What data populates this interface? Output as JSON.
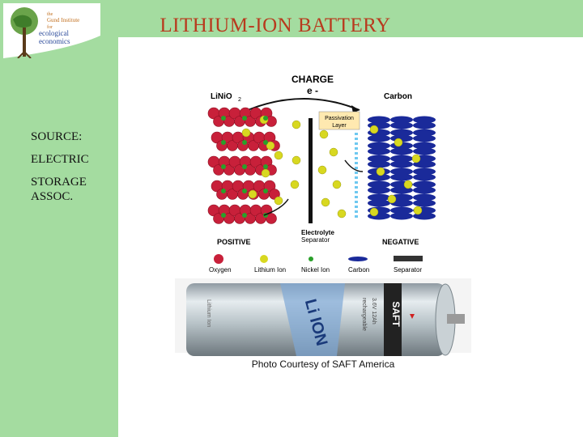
{
  "logo": {
    "line1": "the",
    "line2": "Gund Institute",
    "line3": "for",
    "line4": "ecological",
    "line5": "economics"
  },
  "title": "LITHIUM-ION BATTERY",
  "source": {
    "lines": [
      "SOURCE:",
      "ELECTRIC",
      "STORAGE",
      "ASSOC."
    ]
  },
  "figure": {
    "charge_label": "CHARGE",
    "electron_label": "e -",
    "cathode_label": "LiNiO",
    "cathode_sub": "2",
    "anode_label": "Carbon",
    "passivation_label_1": "Passivation",
    "passivation_label_2": "Layer",
    "electrolyte_label_1": "Electrolyte",
    "electrolyte_label_2": "Separator",
    "positive_label": "POSITIVE",
    "negative_label": "NEGATIVE",
    "legend": [
      "Oxygen",
      "Lithium Ion",
      "Nickel Ion",
      "Carbon",
      "Separator"
    ],
    "battery_text": {
      "brand": "SAFT",
      "logo": "Li ION",
      "specs_1": "rechargeable",
      "specs_2": "3.6V  12Ah",
      "side": "Lithium Ion"
    },
    "caption": "Photo Courtesy of SAFT America"
  },
  "colors": {
    "background_green": "#a4dca0",
    "title_red": "#b83a1e",
    "oxygen": "#c8203a",
    "lithium": "#d8d820",
    "nickel": "#2aa02a",
    "carbon": "#1a2a9a"
  }
}
